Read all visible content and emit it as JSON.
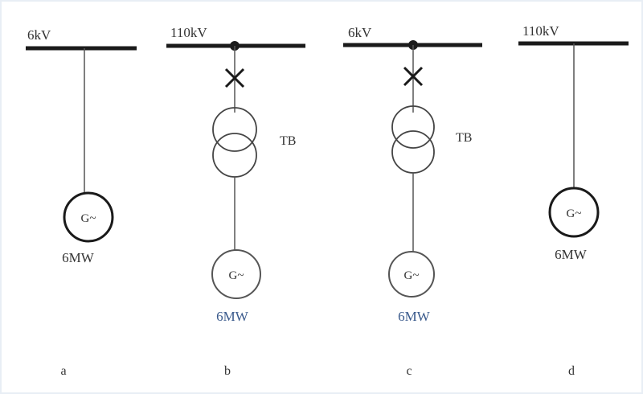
{
  "diagram": {
    "panels": [
      {
        "id": "a",
        "bus_voltage": "6kV",
        "generator_label": "G~",
        "rating": "6MW",
        "caption": "a"
      },
      {
        "id": "b",
        "bus_voltage": "110kV",
        "generator_label": "G~",
        "rating": "6MW",
        "caption": "b",
        "transformer_label": "TB"
      },
      {
        "id": "c",
        "bus_voltage": "6kV",
        "generator_label": "G~",
        "rating": "6MW",
        "caption": "c",
        "transformer_label": "TB"
      },
      {
        "id": "d",
        "bus_voltage": "110kV",
        "generator_label": "G~",
        "rating": "6MW",
        "caption": "d"
      }
    ],
    "colors": {
      "line": "#1a1a1a",
      "thin_line": "#555555",
      "text": "#333333",
      "rating_blue": "#3a5a8c",
      "border": "#e8eef5"
    }
  }
}
